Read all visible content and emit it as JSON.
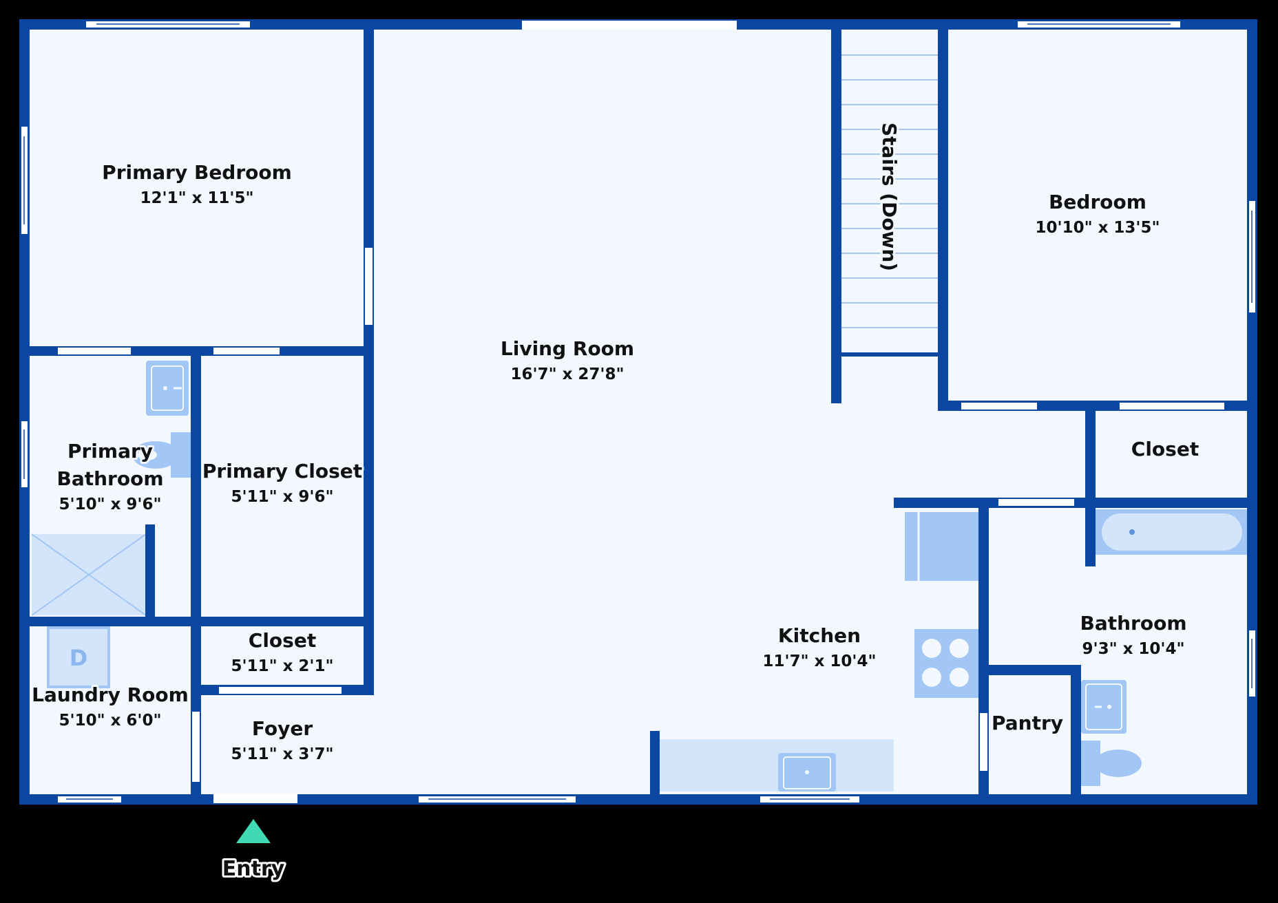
{
  "colors": {
    "background": "#000000",
    "floor": "#f2f8fe",
    "wall": "#0a47a3",
    "fixture": "#a2c6f6",
    "fixture_light": "#d3e5fb",
    "fixture_line": "#5d92dd",
    "opening": "#ffffff",
    "entry_marker": "#3fd9b4"
  },
  "rooms": {
    "primary_bedroom": {
      "name": "Primary Bedroom",
      "dims": "12'1\" x 11'5\""
    },
    "living_room": {
      "name": "Living Room",
      "dims": "16'7\" x 27'8\""
    },
    "stairs": {
      "name": "Stairs (Down)"
    },
    "bedroom": {
      "name": "Bedroom",
      "dims": "10'10\" x 13'5\""
    },
    "primary_bathroom": {
      "name_line1": "Primary",
      "name_line2": "Bathroom",
      "dims": "5'10\" x 9'6\""
    },
    "primary_closet": {
      "name": "Primary Closet",
      "dims": "5'11\" x 9'6\""
    },
    "closet_right": {
      "name": "Closet"
    },
    "closet_small": {
      "name": "Closet",
      "dims": "5'11\" x 2'1\""
    },
    "laundry_room": {
      "name": "Laundry Room",
      "dims": "5'10\" x 6'0\""
    },
    "foyer": {
      "name": "Foyer",
      "dims": "5'11\" x 3'7\""
    },
    "kitchen": {
      "name": "Kitchen",
      "dims": "11'7\" x 10'4\""
    },
    "bathroom": {
      "name": "Bathroom",
      "dims": "9'3\" x 10'4\""
    },
    "pantry": {
      "name": "Pantry"
    }
  },
  "dryer_label": "D",
  "entry": {
    "label": "Entry"
  },
  "icons": {
    "entry_marker": "triangle-up-icon",
    "dryer": "dryer-icon",
    "toilet": "toilet-icon",
    "sink": "sink-icon",
    "shower": "shower-icon",
    "bathtub": "bathtub-icon",
    "stove": "stove-icon",
    "refrigerator": "refrigerator-icon",
    "stairs": "stairs-icon"
  }
}
